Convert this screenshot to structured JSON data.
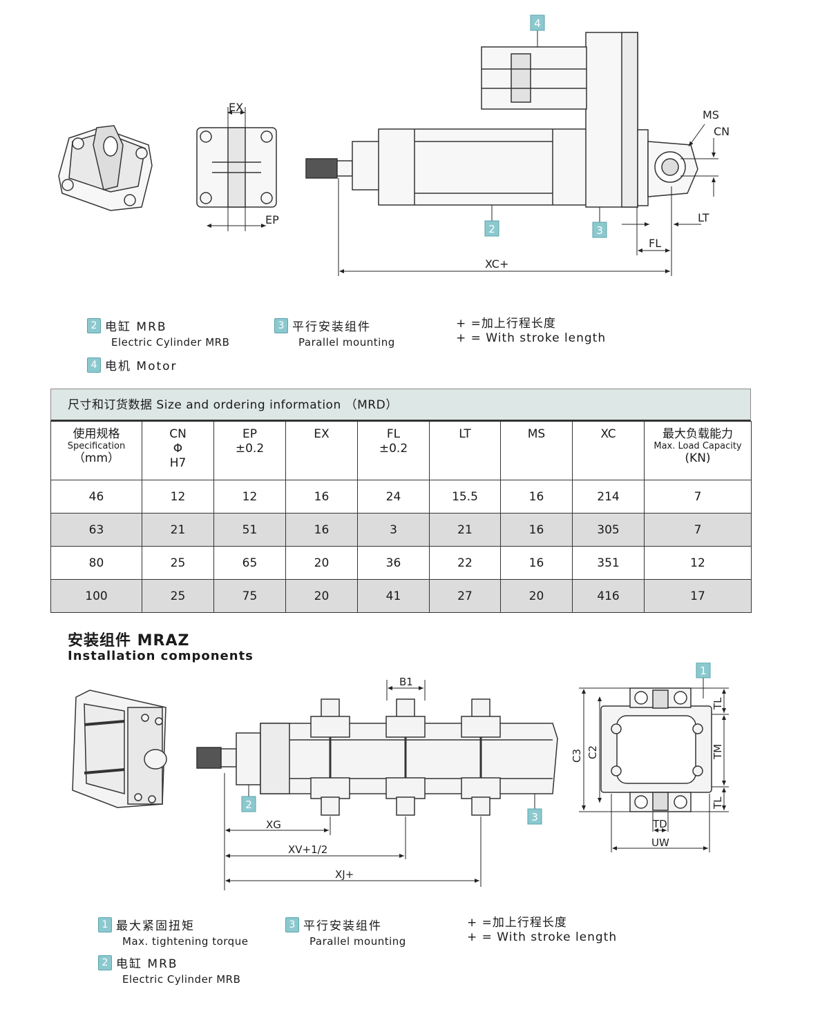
{
  "top_drawing": {
    "labels": {
      "ex": "EX",
      "ep": "EP",
      "ms": "MS",
      "cn": "CN",
      "lt": "LT",
      "fl": "FL",
      "xc": "XC+"
    },
    "callouts": [
      "2",
      "3",
      "4"
    ]
  },
  "legend_top": {
    "item2": {
      "num": "2",
      "cn": "电缸 MRB",
      "en": "Electric Cylinder MRB"
    },
    "item3": {
      "num": "3",
      "cn": "平行安装组件",
      "en": "Parallel mounting"
    },
    "item4": {
      "num": "4",
      "cn": "电机  Motor"
    },
    "note_cn": "+ =加上行程长度",
    "note_en": "+ = With stroke length"
  },
  "table": {
    "title": "尺寸和订货数据 Size and ordering information （MRD）",
    "headers": [
      {
        "l1": "使用规格",
        "l2": "Specification",
        "l3": "（mm）"
      },
      {
        "l1": "CN",
        "l2": "Φ",
        "l3": "H7"
      },
      {
        "l1": "EP",
        "l2": "±0.2",
        "l3": ""
      },
      {
        "l1": "EX",
        "l2": "",
        "l3": ""
      },
      {
        "l1": "FL",
        "l2": "±0.2",
        "l3": ""
      },
      {
        "l1": "LT",
        "l2": "",
        "l3": ""
      },
      {
        "l1": "MS",
        "l2": "",
        "l3": ""
      },
      {
        "l1": "XC",
        "l2": "",
        "l3": ""
      },
      {
        "l1": "最大负载能力",
        "l2": "Max. Load Capacity",
        "l3": "(KN)"
      }
    ],
    "rows": [
      [
        "46",
        "12",
        "12",
        "16",
        "24",
        "15.5",
        "16",
        "214",
        "7"
      ],
      [
        "63",
        "21",
        "51",
        "16",
        "3",
        "21",
        "16",
        "305",
        "7"
      ],
      [
        "80",
        "25",
        "65",
        "20",
        "36",
        "22",
        "16",
        "351",
        "12"
      ],
      [
        "100",
        "25",
        "75",
        "20",
        "41",
        "27",
        "20",
        "416",
        "17"
      ]
    ]
  },
  "section": {
    "title": "安装组件 MRAZ",
    "subtitle": "Installation components"
  },
  "bottom_drawing": {
    "labels": {
      "b1": "B1",
      "xg": "XG",
      "xv": "XV+1/2",
      "xj": "XJ+",
      "c3": "C3",
      "c2": "C2",
      "tl": "TL",
      "tm": "TM",
      "td": "TD",
      "uw": "UW"
    },
    "callouts": [
      "1",
      "2",
      "3"
    ]
  },
  "legend_bottom": {
    "item1": {
      "num": "1",
      "cn": "最大紧固扭矩",
      "en": "Max. tightening torque"
    },
    "item2": {
      "num": "2",
      "cn": "电缸 MRB",
      "en": "Electric Cylinder MRB"
    },
    "item3": {
      "num": "3",
      "cn": "平行安装组件",
      "en": "Parallel mounting"
    },
    "note_cn": "+ =加上行程长度",
    "note_en": "+ = With stroke length"
  },
  "colors": {
    "badge": "#8cc9cf",
    "table_title_bg": "#dde7e5",
    "row_alt": "#dcdcdc"
  }
}
